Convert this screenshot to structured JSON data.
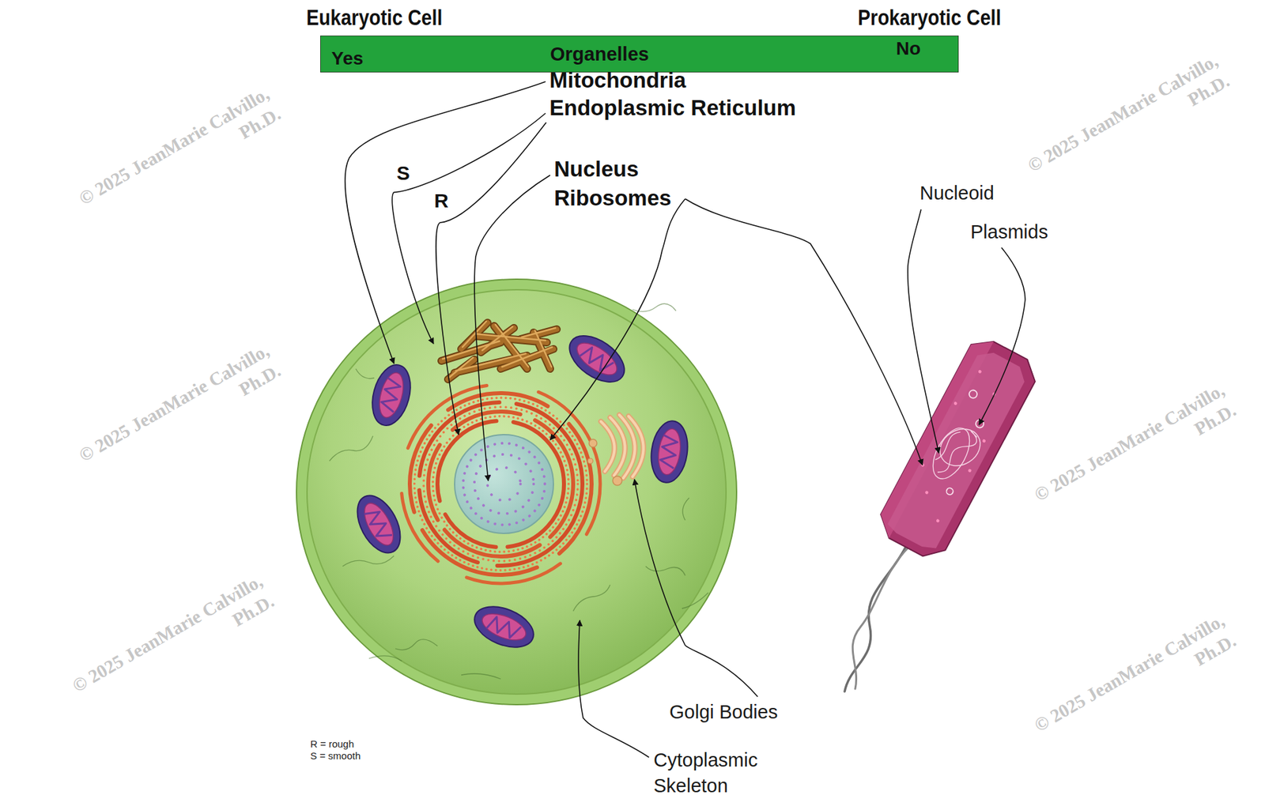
{
  "diagram": {
    "nodes": [
      {
        "text": [
          "Yes",
          "Organelles",
          "No"
        ]
      }
    ],
    "labels": [
      "Eukaryotic Cell",
      "Prokaryotic Cell",
      "Mitochondria",
      "Endoplasmic Reticulum",
      "S",
      "R",
      "Nucleus",
      "Ribosomes",
      "Nucleoid",
      "Plasmids",
      "Golgi Bodies",
      "Cytoplasmic Skeleton",
      "R = rough",
      "S = smooth",
      "© 2025 JeanMarie Calvillo, Ph.D.",
      "© 2025 JeanMarie Calvillo, Ph.D.",
      "© 2025 JeanMarie Calvillo, Ph.D.",
      "© 2025 JeanMarie Calvillo, Ph.D.",
      "© 2025 JeanMarie Calvillo, Ph.D.",
      "© 2025 JeanMarie Calvillo, Ph.D."
    ]
  }
}
